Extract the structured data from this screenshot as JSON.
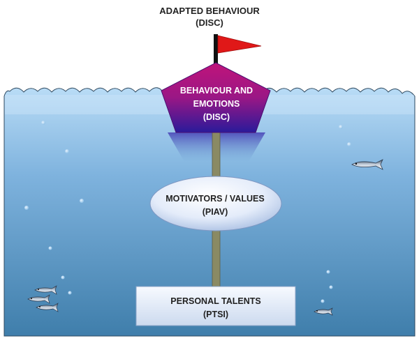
{
  "diagram": {
    "top_label": {
      "line1": "ADAPTED BEHAVIOUR",
      "line2": "(DISC)"
    },
    "buoy": {
      "line1": "BEHAVIOUR AND",
      "line2": "EMOTIONS",
      "line3": "(DISC)"
    },
    "middle": {
      "line1": "MOTIVATORS / VALUES",
      "line2": "(PIAV)"
    },
    "bottom": {
      "line1": "PERSONAL TALENTS",
      "line2": "(PTSI)"
    }
  },
  "colors": {
    "water_top": "#b9dcf6",
    "water_bottom": "#3f7eab",
    "buoy_top": "#c0147a",
    "buoy_bottom": "#2a1a9a",
    "flag": "#e01818",
    "rope": "#8a8a64",
    "oval": "#e4ecfa",
    "box": "#e3ebf8"
  }
}
